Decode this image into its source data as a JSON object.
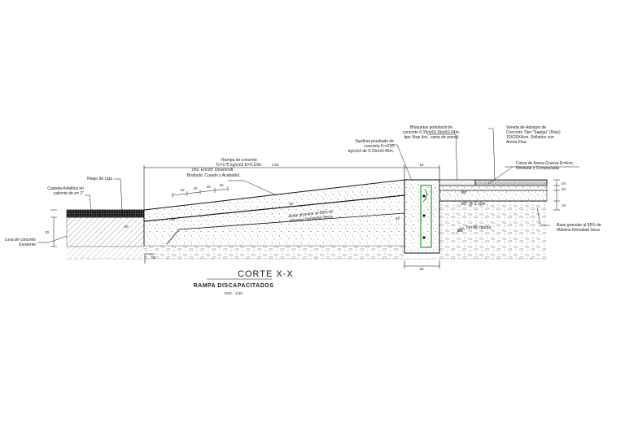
{
  "title": "CORTE X-X",
  "subtitle": "RAMPA DISCAPACITADOS",
  "scale": "ESC.: 1/10",
  "labels": {
    "carpeta": [
      "Carpeta Asfaltica en",
      "caliente de e= 2\""
    ],
    "riego": "Riego de Liga",
    "losa": [
      "Losa de concreto",
      "Existente"
    ],
    "rampa": [
      "Rampa de concreto",
      "f'c=175 kg/cm2 E=0.10m.",
      "(inc. Encofr. Desencofr.",
      "Bruñado, Curado y Acabado)"
    ],
    "base_rampa": [
      "Base granular al 95% de",
      "Máxima Densidad Seca"
    ],
    "sardinel": [
      "Sardinel peraltado de",
      "concreto  f'c=210",
      "kg/cm2 de 0.15mx0.40m."
    ],
    "bloqueta": [
      "Bloquetas podotactil de",
      "concreto 0.15mX0.15mX0.04m.",
      "tipo Stop (inc. cama de arena)"
    ],
    "vereda": [
      "Vereda de Adoquin de",
      "Concreto Tipo \"Sapiga\" (Rojo)",
      "10X20X4cm, Sellados con",
      "Arena Fina"
    ],
    "cama": [
      "Cama de Arena Gruesa E=4cm,",
      "Nivelada y Compactada"
    ],
    "base_vereda": [
      "Base granular al 95% de",
      "Máxima Densidad Seca"
    ],
    "tornillo": "Tornillo fatuna",
    "varilla": "3/8\"",
    "estribo": "3/8\" @ 0.15m",
    "varilla2": "3/8\""
  },
  "dims": {
    "d_153": "1.53",
    "d_15_top": "15",
    "d_15_bottom": "15",
    "d_10a": "10",
    "d_10b": "10",
    "d_10c": "10",
    "d_10d": "10",
    "d_10_left": "10",
    "d_20": "20",
    "d_04a": "04",
    "d_04b": "04",
    "d_10_right": "10",
    "d_10_ramp": "10",
    "d_40": "40",
    "d_05": "05",
    "d_30": "30"
  }
}
